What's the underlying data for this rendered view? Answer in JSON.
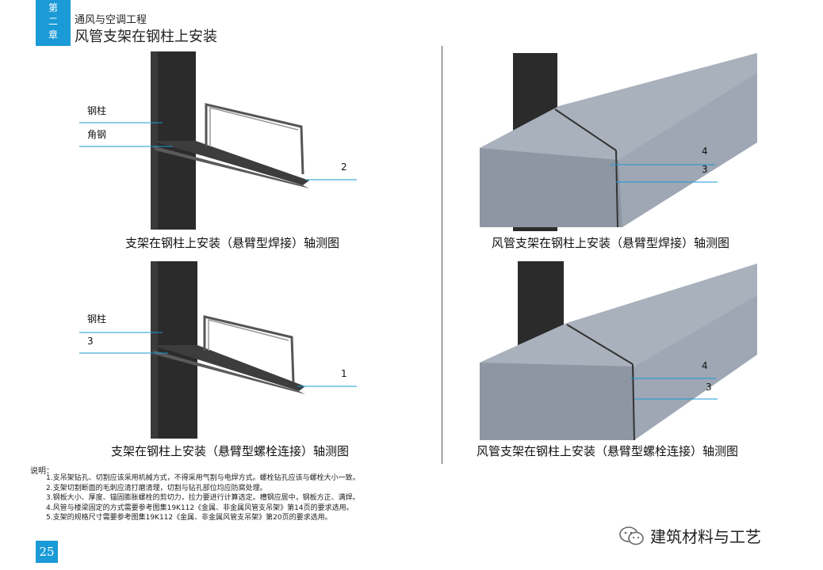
{
  "header": {
    "chapter_chars": [
      "第",
      "二",
      "章"
    ],
    "subtitle": "通风与空调工程",
    "title": "风管支架在钢柱上安装"
  },
  "figures": [
    {
      "caption": "支架在钢柱上安装（悬臂型焊接）轴测图",
      "labels": {
        "column": "钢柱",
        "angle": "角钢",
        "num": "2"
      }
    },
    {
      "caption": "风管支架在钢柱上安装（悬臂型焊接）轴测图",
      "labels": {
        "n1": "4",
        "n2": "3"
      }
    },
    {
      "caption": "支架在钢柱上安装（悬臂型螺栓连接）轴测图",
      "labels": {
        "column": "钢柱",
        "n1": "3",
        "num": "1"
      }
    },
    {
      "caption": "风管支架在钢柱上安装（悬臂型螺栓连接）轴测图",
      "labels": {
        "n1": "4",
        "n2": "3"
      }
    }
  ],
  "notes": {
    "title": "说明：",
    "items": [
      "1.支吊架钻孔、切割应该采用机械方式，不得采用气割与电焊方式。螺栓钻孔应该与螺栓大小一致。",
      "2.支架切割断面的毛刺应清打磨清理，切割与钻孔部位均应防腐处理。",
      "3.钢板大小、厚度、锚固膨胀螺栓的剪切力，拉力要进行计算选定。槽钢应居中，钢板方正、满焊。",
      "4.风管与楼梁固定的方式需要参考图集19K112《金属、非金属风管支吊架》第14页的要求选用。",
      "5.支架的规格尺寸需要参考图集19K112《金属、非金属风管支吊架》第20页的要求选用。"
    ]
  },
  "page_number": "25",
  "watermark": "建筑材料与工艺",
  "colors": {
    "accent": "#1a9ad6",
    "column": "#2b2b2b",
    "duct": "#9ea7b3",
    "leader": "#1a9ad6"
  }
}
